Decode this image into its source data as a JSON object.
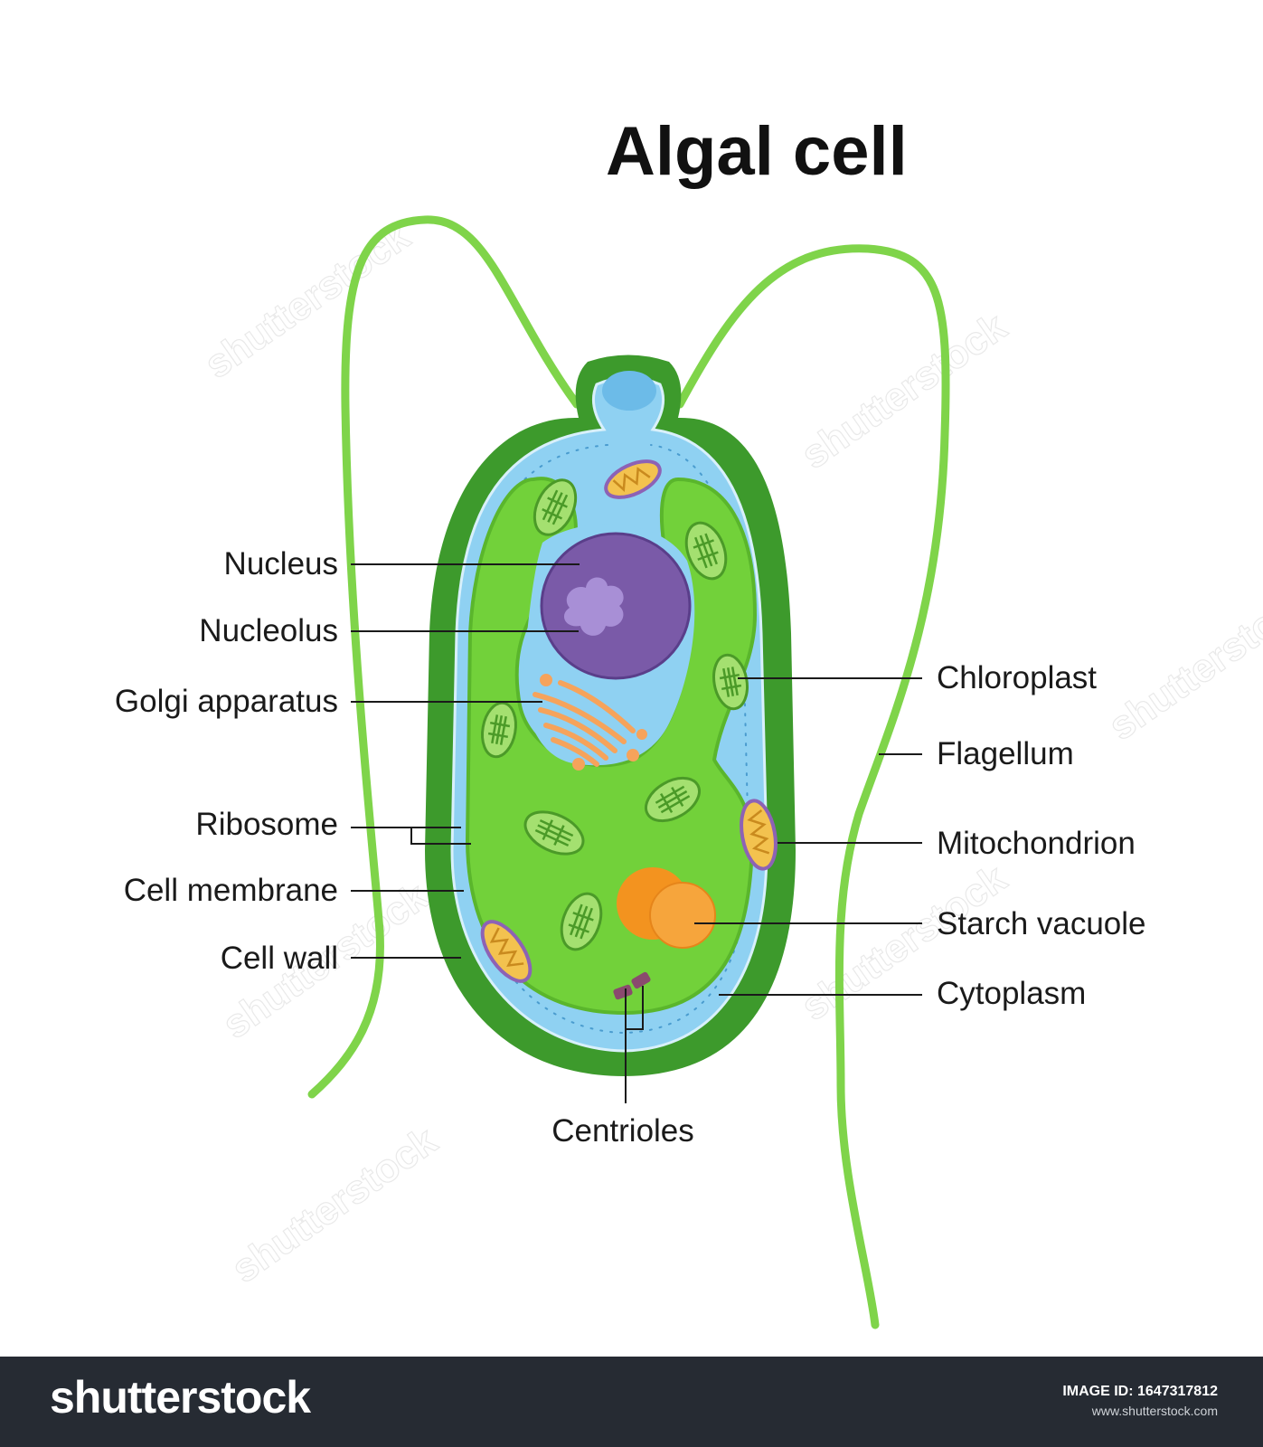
{
  "title": "Algal cell",
  "labels": {
    "nucleus": "Nucleus",
    "nucleolus": "Nucleolus",
    "golgi": "Golgi apparatus",
    "ribosome": "Ribosome",
    "cell_membrane": "Cell membrane",
    "cell_wall": "Cell wall",
    "chloroplast": "Chloroplast",
    "flagellum": "Flagellum",
    "mitochondrion": "Mitochondrion",
    "starch_vacuole": "Starch vacuole",
    "cytoplasm": "Cytoplasm",
    "centrioles": "Centrioles"
  },
  "watermark": "shutterstock",
  "footer": {
    "brand": "shutterstock",
    "image_id": "IMAGE ID: 1647317812",
    "url": "www.shutterstock.com"
  },
  "colors": {
    "cell_wall": "#3d9a2c",
    "membrane_space": "#8fd1f2",
    "cytoplasm_green": "#72d13a",
    "nucleus": "#7a5aa8",
    "nucleolus": "#a88fd6",
    "golgi": "#f6a35b",
    "starch": "#f3931f",
    "mitochondrion": "#f3c24f",
    "flagellum": "#7fd44a",
    "footer_bg": "#262b33"
  }
}
